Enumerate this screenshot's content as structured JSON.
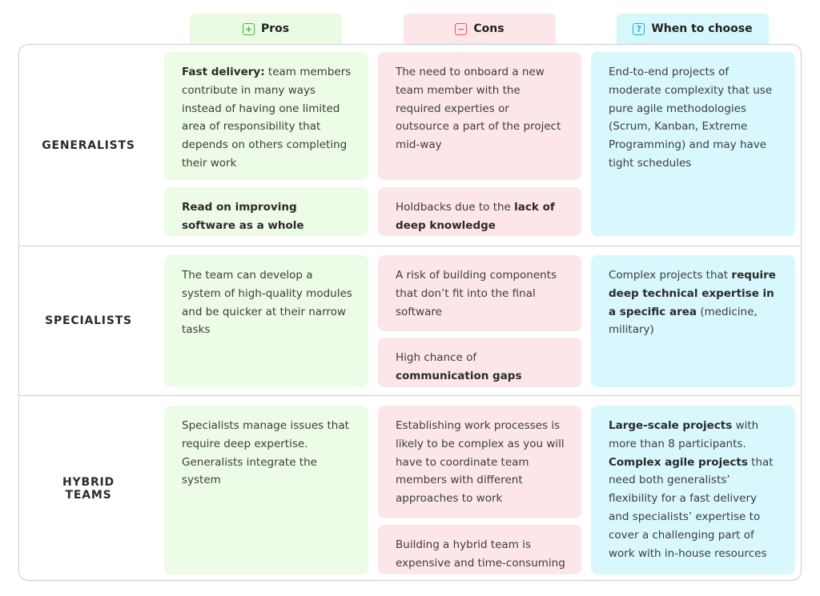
{
  "headers": {
    "pros": {
      "icon": "+",
      "label": "Pros"
    },
    "cons": {
      "icon": "−",
      "label": "Cons"
    },
    "when": {
      "icon": "?",
      "label": "When to choose"
    }
  },
  "rows": {
    "generalists": {
      "label": "GENERALISTS",
      "pros": [
        {
          "bold": "Fast delivery:",
          "text": " team members contribute in many ways instead of having one limited area of responsibility that depends on others completing their work"
        },
        {
          "bold": "Read on improving software as a whole",
          "text": ""
        }
      ],
      "cons": [
        {
          "text": "The need to onboard a new team member with the required experties or outsource a part of the project mid-way"
        },
        {
          "text": "Holdbacks due to the ",
          "bold": "lack of deep knowledge"
        }
      ],
      "when": {
        "text": "End-to-end projects of moderate complexity that use pure agile methodologies (Scrum, Kanban, Extreme Programming) and may have tight schedules"
      }
    },
    "specialists": {
      "label": "SPECIALISTS",
      "pros": {
        "text": "The team can develop a system of high-quality modules and be quicker at their narrow tasks"
      },
      "cons": [
        {
          "text": "A risk of building components that don’t fit into the final software"
        },
        {
          "text": "High chance of ",
          "bold": "communication gaps"
        }
      ],
      "when": {
        "text_before": "Complex projects that ",
        "bold": "require deep technical expertise in a specific area",
        "text_after": " (medicine, military)"
      }
    },
    "hybrid": {
      "label_line1": "HYBRID",
      "label_line2": "TEAMS",
      "pros": {
        "text": "Specialists manage issues that require deep expertise. Generalists integrate the system"
      },
      "cons": [
        {
          "text": "Establishing work processes is likely to be complex as you will have to coordinate team members with different approaches to work"
        },
        {
          "text": "Building a hybrid team is expensive and time-consuming"
        }
      ],
      "when": {
        "bold1": "Large-scale projects",
        "text1": " with more than 8 participants. ",
        "bold2": "Complex agile projects",
        "text2": " that need both generalists’ flexibility for a fast delivery and specialists’ expertise to cover a challenging part of work with in-house resources"
      }
    }
  },
  "colors": {
    "pros_bg": "#ecfce6",
    "cons_bg": "#fde6e8",
    "when_bg": "#d8f8fd",
    "pros_accent": "#49b43a",
    "cons_accent": "#e25563",
    "when_accent": "#2aa8c8"
  }
}
